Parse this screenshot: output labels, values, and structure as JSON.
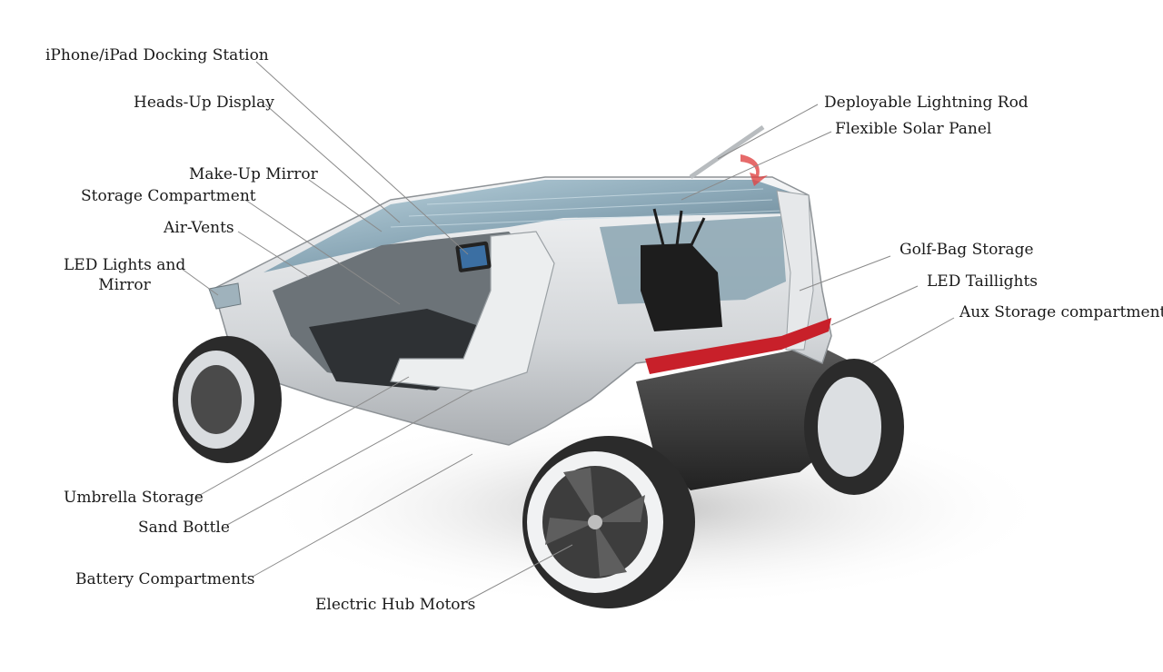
{
  "labels": {
    "iphone_dock": "iPhone/iPad Docking Station",
    "hud": "Heads-Up Display",
    "makeup_mirror": "Make-Up Mirror",
    "storage_compartment": "Storage Compartment",
    "air_vents": "Air-Vents",
    "led_lights_line1": "LED Lights and",
    "led_lights_line2": "Mirror",
    "lightning_rod": "Deployable Lightning Rod",
    "solar_panel": "Flexible Solar Panel",
    "golf_bag": "Golf-Bag Storage",
    "taillights": "LED Taillights",
    "aux_storage": "Aux Storage compartment",
    "umbrella": "Umbrella Storage",
    "sand_bottle": "Sand Bottle",
    "battery": "Battery Compartments",
    "hub_motors": "Electric Hub Motors"
  },
  "colors": {
    "body": "#d9dcdf",
    "glass": "#7f9fb0",
    "carbon": "#3a3a3a",
    "tire": "#2b2b2b",
    "taillight": "#c8202a",
    "leader": "#8a8a8a"
  }
}
